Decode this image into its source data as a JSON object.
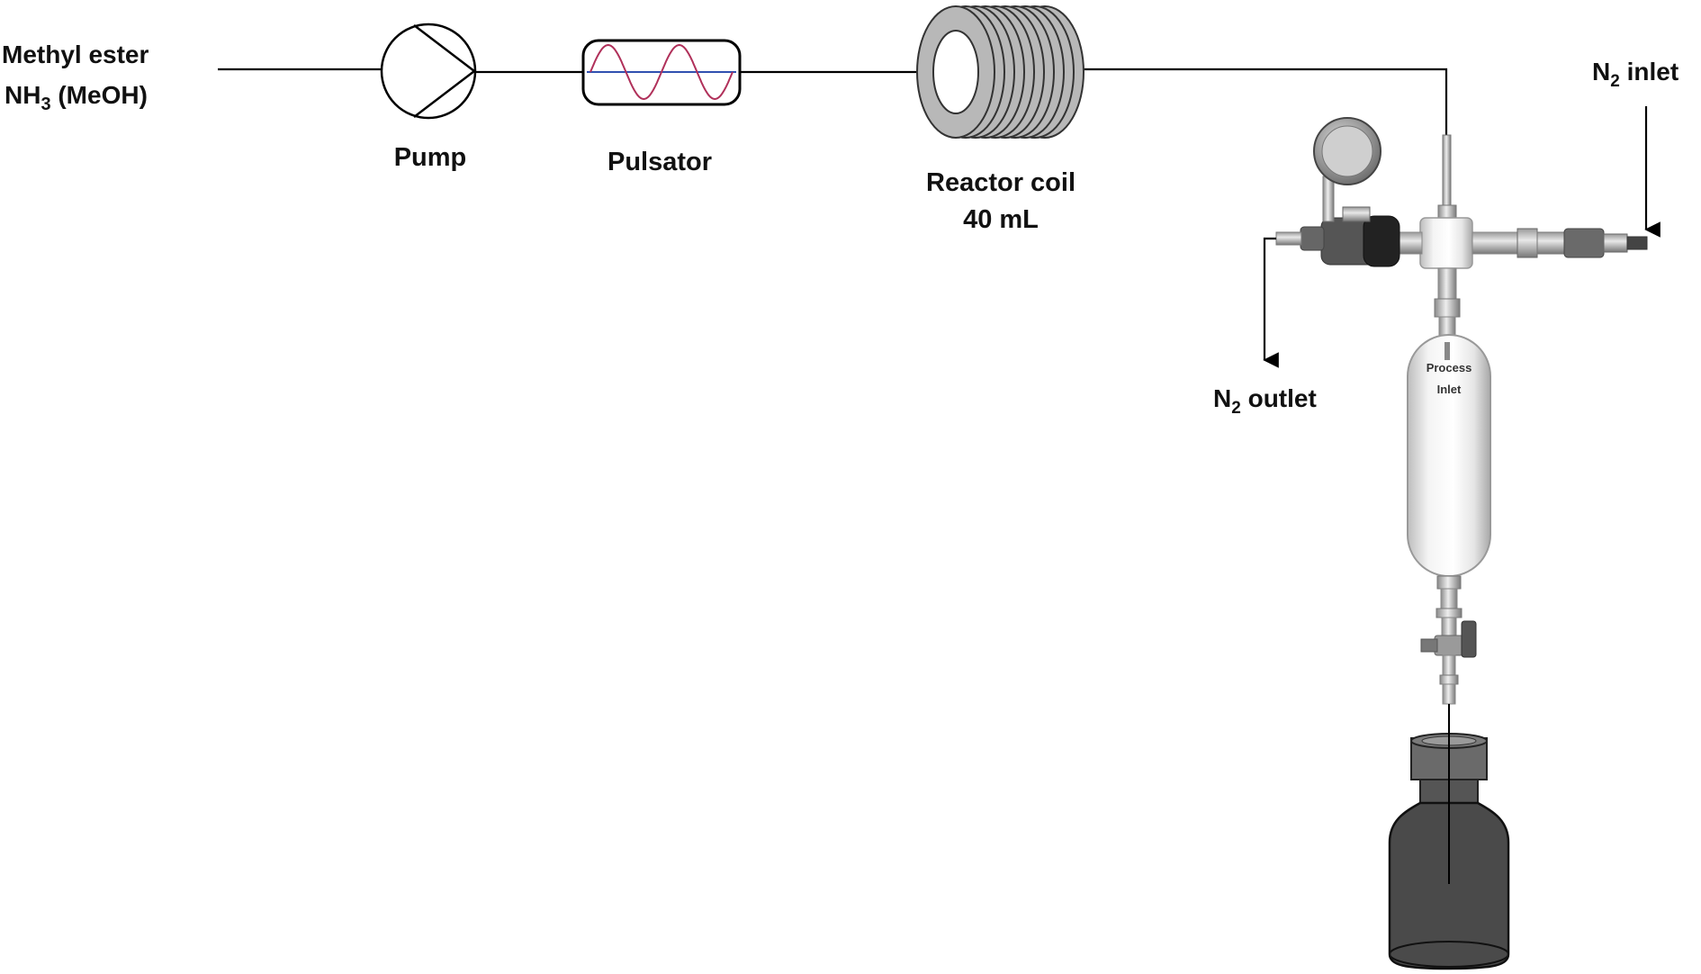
{
  "feed": {
    "line1": "Methyl ester",
    "line2_main": "NH",
    "line2_sub": "3",
    "line2_rest": " (MeOH)"
  },
  "pump": {
    "label": "Pump"
  },
  "pulsator": {
    "label": "Pulsator"
  },
  "reactor": {
    "label_line1": "Reactor coil",
    "label_line2": "40 mL"
  },
  "n2_inlet": {
    "main": "N",
    "sub": "2",
    "rest": " inlet"
  },
  "n2_outlet": {
    "main": "N",
    "sub": "2",
    "rest": " outlet"
  },
  "separator": {
    "label_line1": "Process",
    "label_line2": "Inlet"
  },
  "colors": {
    "wave": "#b0305a",
    "wave_axis": "#3050b0",
    "coil": "#b8b8b8",
    "bottle": "#4a4a4a"
  }
}
